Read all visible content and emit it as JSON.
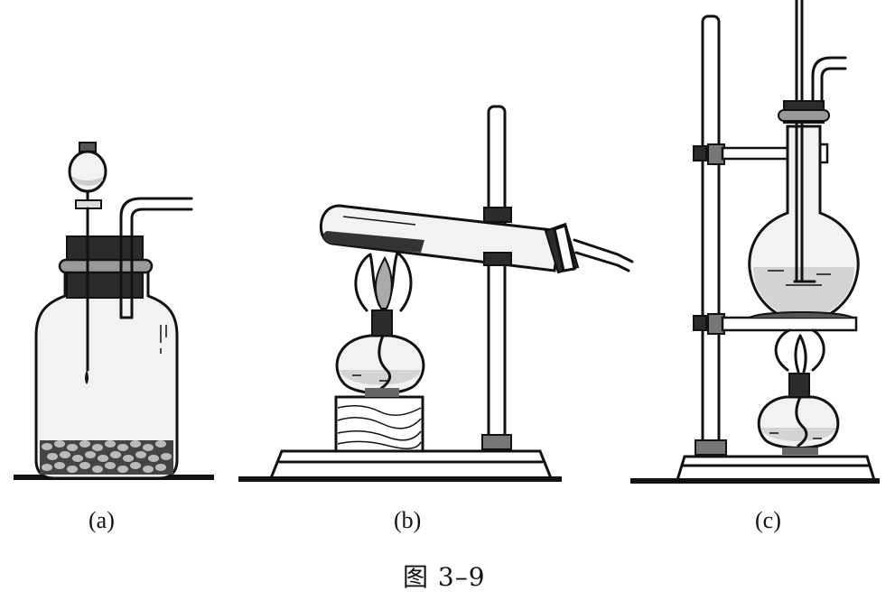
{
  "figure": {
    "panels": [
      {
        "id": "a",
        "label": "(a)"
      },
      {
        "id": "b",
        "label": "(b)"
      },
      {
        "id": "c",
        "label": "(c)"
      }
    ],
    "caption": "图 3–9"
  }
}
